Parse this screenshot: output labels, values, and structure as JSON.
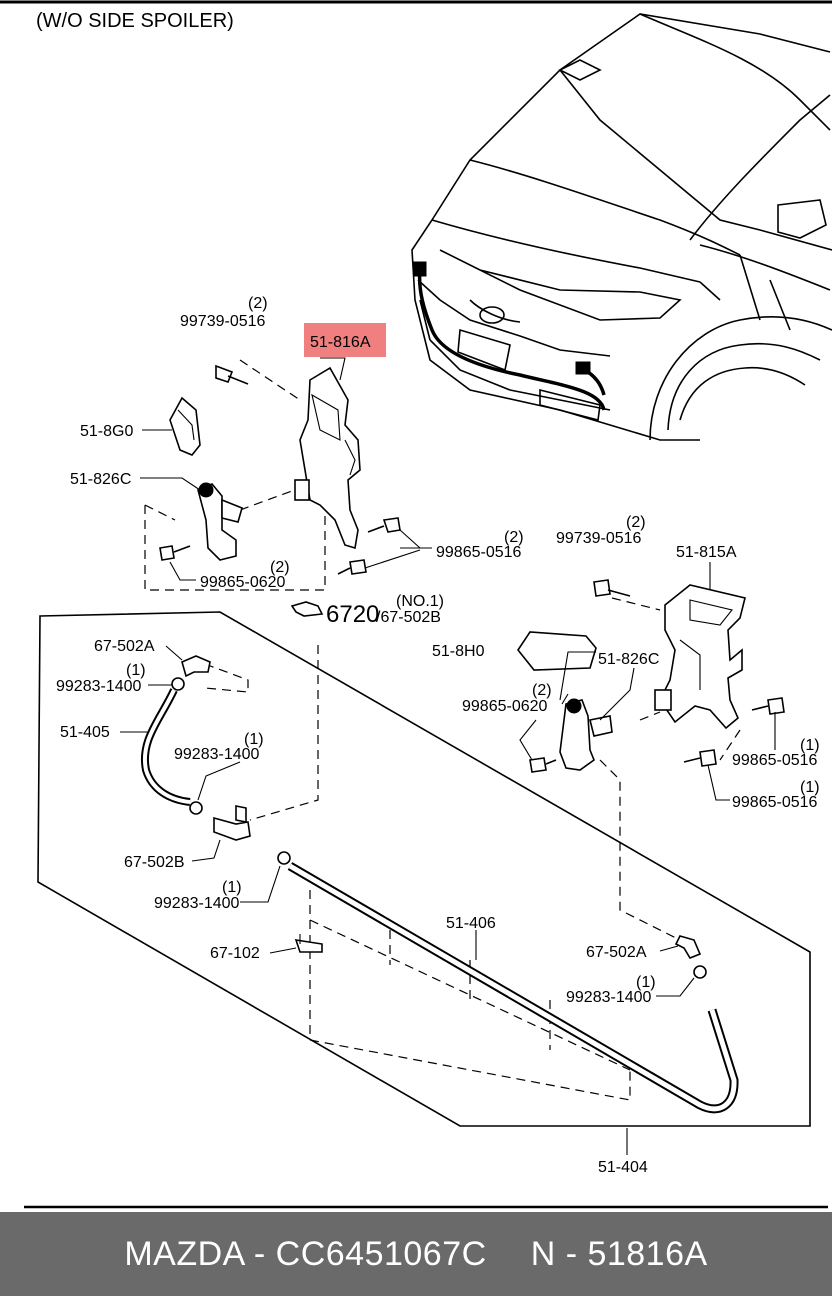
{
  "header": {
    "title": "(W/O SIDE SPOILER)"
  },
  "labels": {
    "bolt_99739_top": "99739-0516",
    "qty_2_a": "(2)",
    "part_51816A": "51-816A",
    "part_518G0": "51-8G0",
    "part_51826C_left": "51-826C",
    "bolt_99865_0620_left": "99865-0620",
    "qty_2_b": "(2)",
    "bolt_99865_0516_left": "99865-0516",
    "qty_2_c": "(2)",
    "ref_6720": "6720",
    "ref_sub": "/67-502B",
    "ref_no": "(NO.1)",
    "bolt_99739_right": "99739-0516",
    "qty_2_d": "(2)",
    "part_51815A": "51-815A",
    "part_518H0": "51-8H0",
    "part_51826C_right": "51-826C",
    "bolt_99865_0620_right": "99865-0620",
    "qty_2_e": "(2)",
    "bolt_99865_0516_r1": "99865-0516",
    "qty_1_a": "(1)",
    "bolt_99865_0516_r2": "99865-0516",
    "qty_1_b": "(1)",
    "part_67502A_top": "67-502A",
    "clamp_99283_a": "99283-1400",
    "qty_1_c": "(1)",
    "part_51405": "51-405",
    "clamp_99283_b": "99283-1400",
    "qty_1_d": "(1)",
    "part_67502B": "67-502B",
    "clamp_99283_c": "99283-1400",
    "qty_1_e": "(1)",
    "part_67102": "67-102",
    "part_51406": "51-406",
    "part_67502A_bottom": "67-502A",
    "clamp_99283_d": "99283-1400",
    "qty_1_f": "(1)",
    "part_51404": "51-404"
  },
  "footer": {
    "brand_code": "MAZDA - CC6451067C",
    "part_number": "N - 51816A"
  },
  "colors": {
    "highlight": "#f08080",
    "footer_bg": "#6a6a6a",
    "footer_text": "#ffffff"
  }
}
